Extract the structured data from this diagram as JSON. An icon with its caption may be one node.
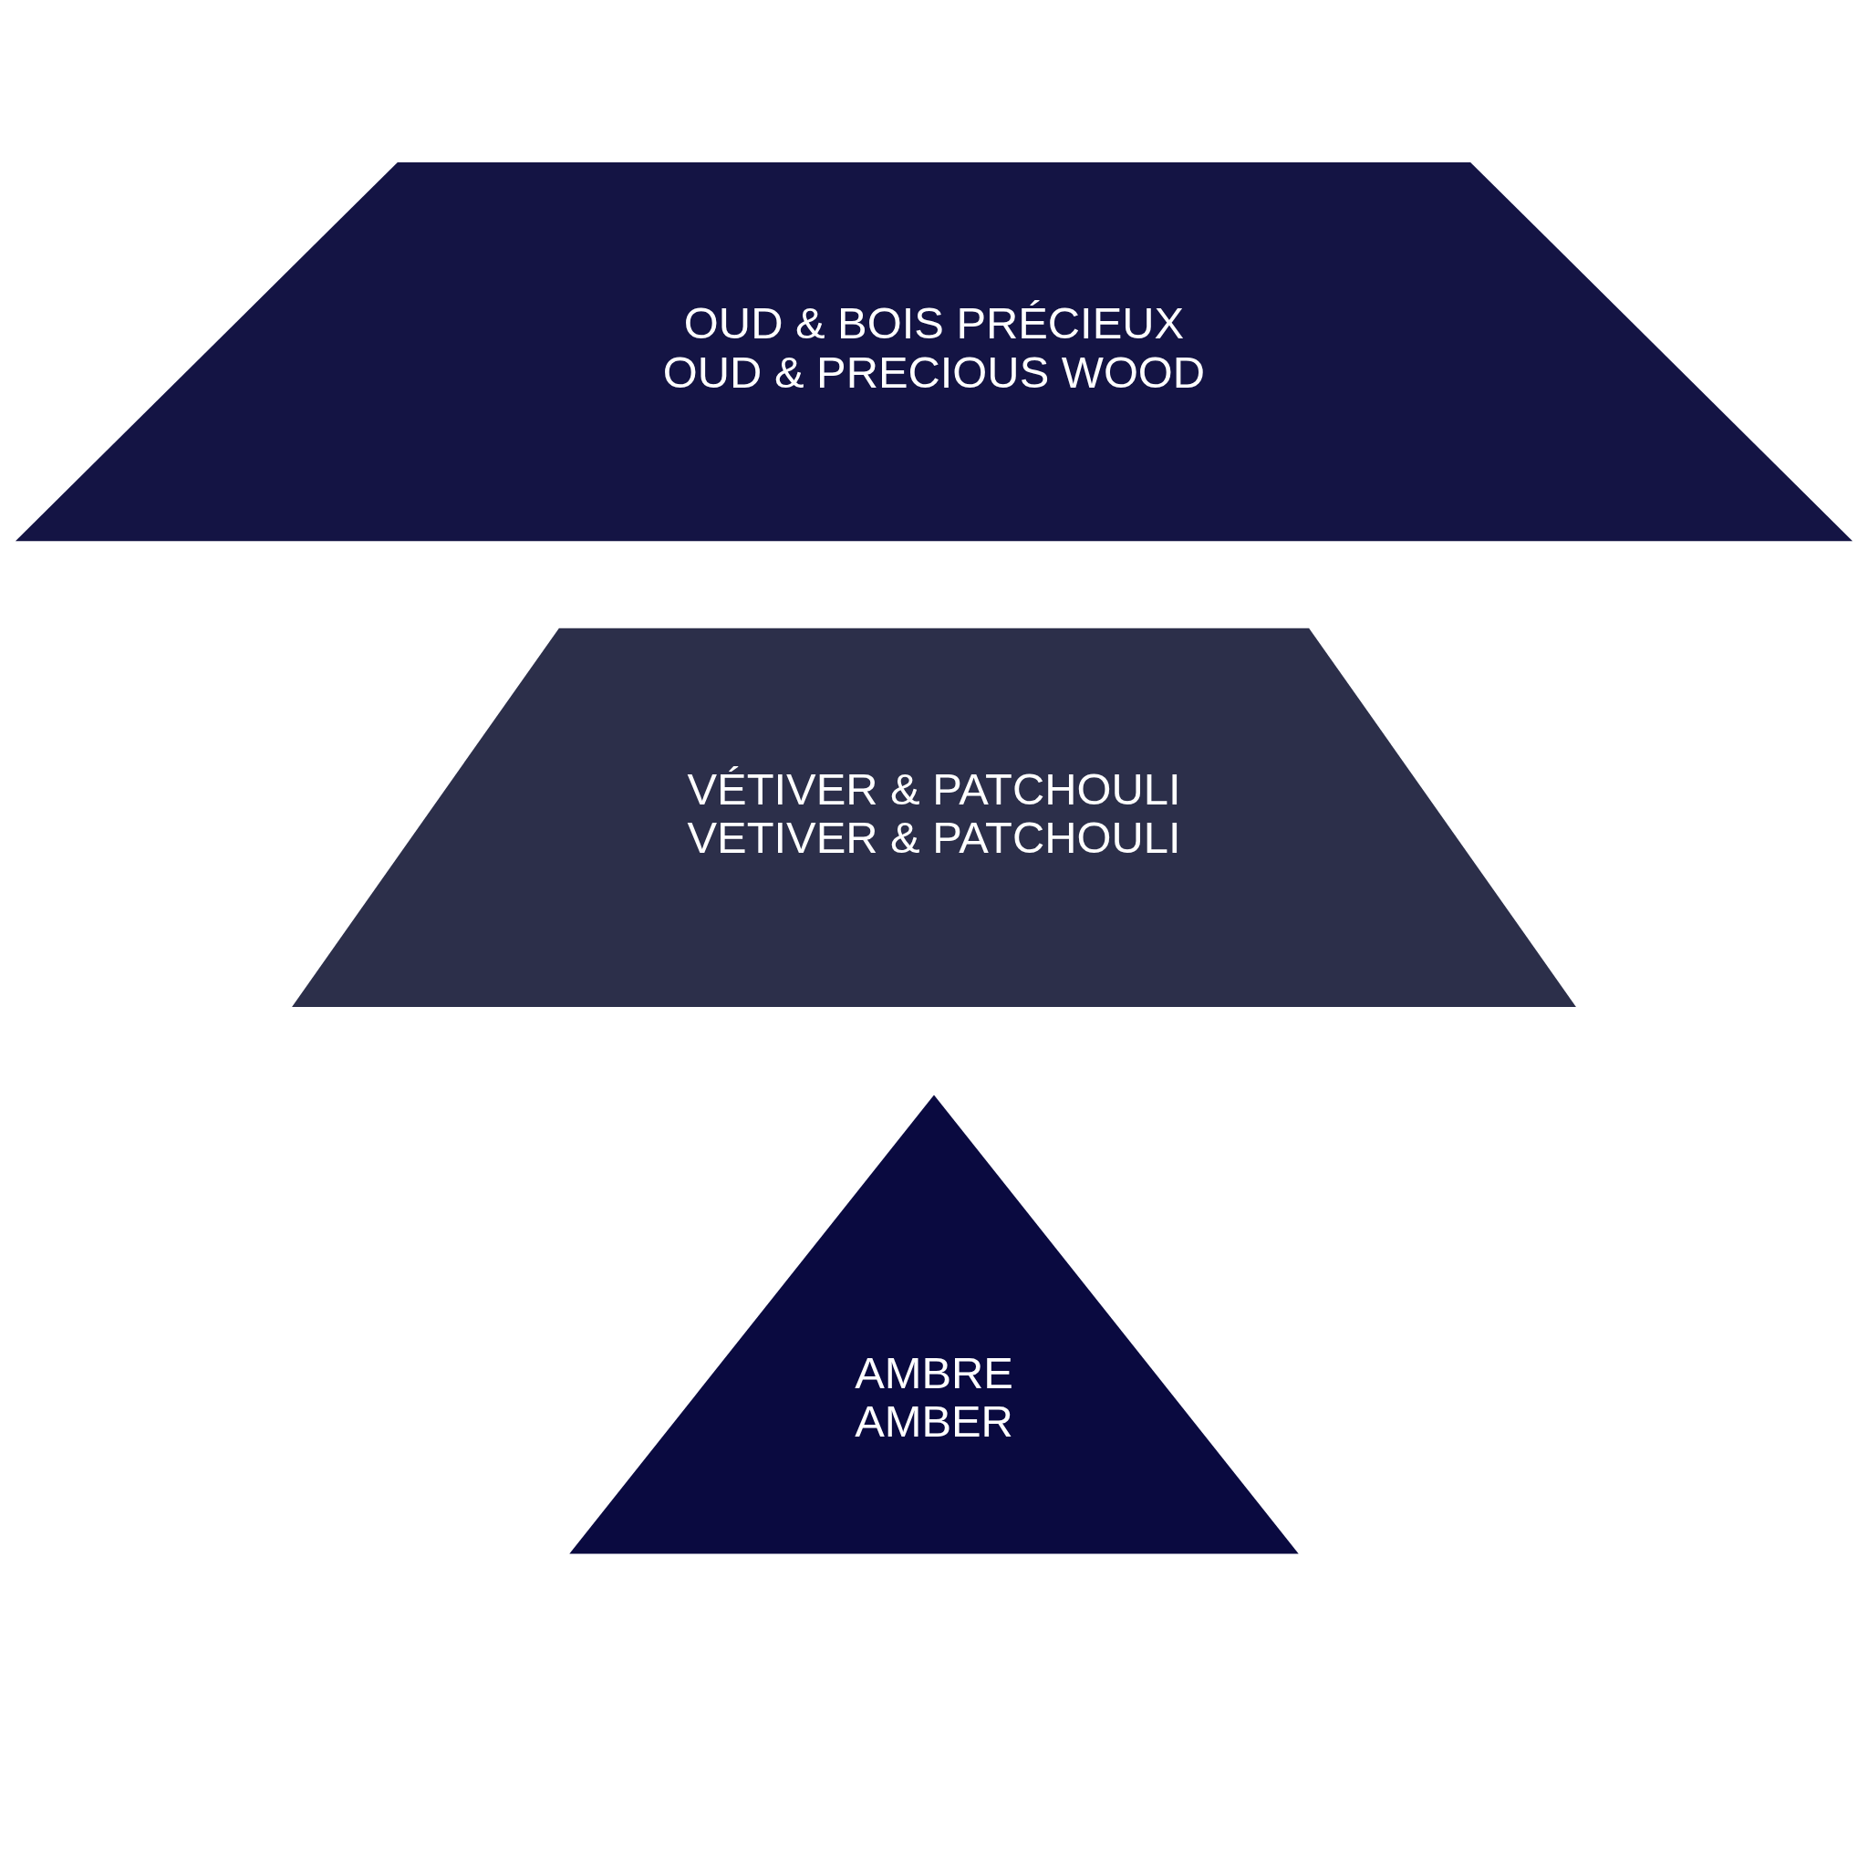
{
  "diagram": {
    "nodes": [
      {
        "text": [
          "AMBRE",
          "AMBER"
        ]
      },
      {
        "text": [
          "VÉTIVER & PATCHOULI",
          "VETIVER & PATCHOULI"
        ]
      },
      {
        "text": [
          "OUD & BOIS PRÉCIEUX",
          "OUD & PRECIOUS WOOD"
        ]
      }
    ]
  }
}
